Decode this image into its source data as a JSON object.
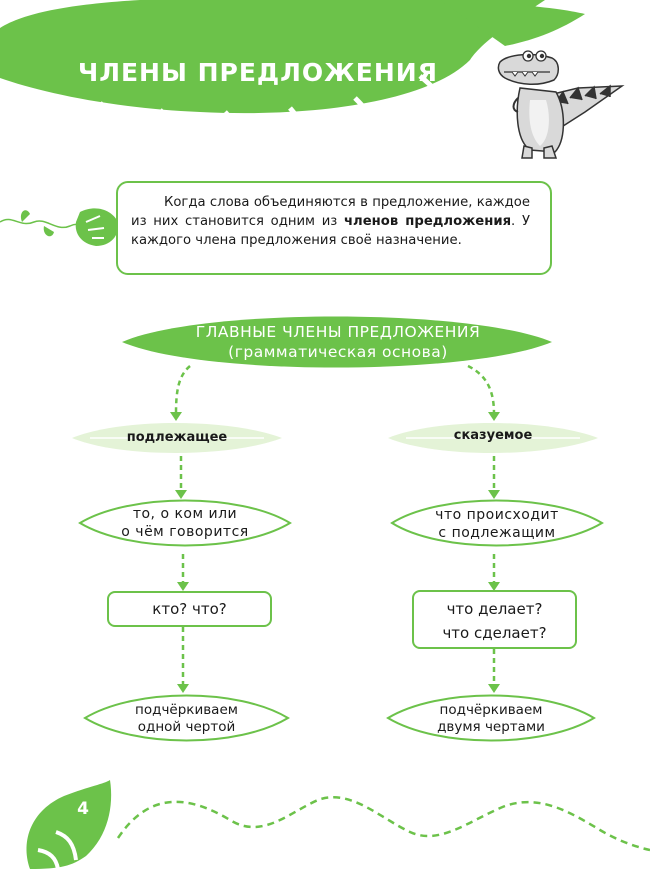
{
  "header": {
    "title": "ЧЛЕНЫ ПРЕДЛОЖЕНИЯ"
  },
  "intro": {
    "text_before": "Когда слова объединяются в предложение, каждое из них становится одним из ",
    "term": "членов предложения",
    "text_after": ". У каждого члена предложения своё назначение."
  },
  "diagram": {
    "root_line1": "ГЛАВНЫЕ ЧЛЕНЫ ПРЕДЛОЖЕНИЯ",
    "root_line2": "(грамматическая основа)",
    "left": {
      "name": "подлежащее",
      "meaning_line1": "то, о ком или",
      "meaning_line2": "о чём говорится",
      "questions_line1": "кто? что?",
      "underline_line1": "подчёркиваем",
      "underline_line2": "одной чертой"
    },
    "right": {
      "name": "сказуемое",
      "meaning_line1": "что происходит",
      "meaning_line2": "с подлежащим",
      "questions_line1": "что делает?",
      "questions_line2": "что сделает?",
      "underline_line1": "подчёркиваем",
      "underline_line2": "двумя чертами"
    }
  },
  "footer": {
    "page_number": "4"
  },
  "colors": {
    "accent": "#6cc24a",
    "leaf_light": "#e4f3d7",
    "text": "#1a1a1a"
  }
}
